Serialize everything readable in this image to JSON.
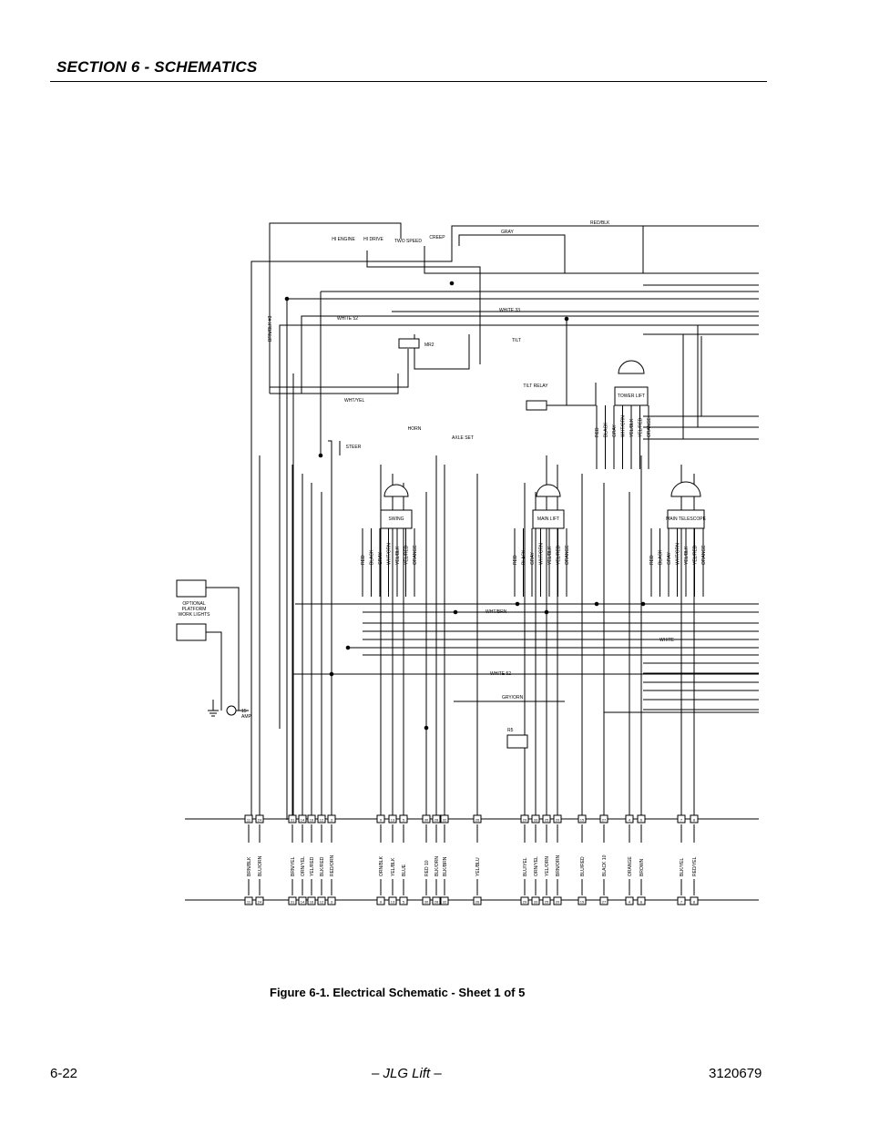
{
  "header": {
    "section_title": "SECTION 6 - SCHEMATICS"
  },
  "caption": "Figure 6-1.  Electrical Schematic - Sheet 1 of 5",
  "footer": {
    "page_number": "6-22",
    "center": "– JLG Lift –",
    "document_number": "3120679"
  },
  "schematic": {
    "switch_labels": [
      "HI ENGINE",
      "HI DRIVE",
      "TWO SPEED",
      "CREEP",
      "TILT",
      "TILT RELAY",
      "HORN",
      "AXLE SET",
      "STEER"
    ],
    "component_labels": [
      "SWING",
      "MAIN LIFT",
      "TOWER LIFT",
      "MAIN TELESCOPE",
      "OPTIONAL PLATFORM WORK LIGHTS",
      "15 AMP",
      "MR2",
      "R5"
    ],
    "wire_labels": [
      "RED/BLK",
      "GRAY",
      "WHITE 33",
      "WHITE 52",
      "WHT/YEL",
      "WHT/BRN",
      "WHITE",
      "GRY/ORN",
      "BRN/BLK #3"
    ],
    "valve_wires": [
      "RED",
      "BLACK",
      "GRAY",
      "WHT/ORN",
      "YEL/BLK",
      "YEL/RED",
      "ORANGE"
    ],
    "connector_wires": [
      "BRN/BLK",
      "BLU/ORN",
      "BRN/YEL",
      "ORN/YEL",
      "YEL/RED",
      "BLK/RED",
      "RED/ORN",
      "ORN/BLK",
      "YEL/BLK",
      "BLUE",
      "RED 10",
      "BLK/ORN",
      "BLK/BRN",
      "YEL/BLU",
      "BLU/YEL",
      "ORN/YEL",
      "YEL/ORN",
      "BRN/ORN",
      "BLU/RED",
      "BLACK 10",
      "ORANGE",
      "BROWN",
      "BLK/YEL",
      "RED/YEL"
    ],
    "connector_pins": [
      "11",
      "24",
      "31",
      "14",
      "16",
      "12",
      "3",
      "9",
      "13",
      "5",
      "30",
      "28",
      "32",
      "26",
      "29",
      "33",
      "25",
      "20",
      "15",
      "27",
      "4",
      "6",
      "7",
      "8"
    ]
  }
}
